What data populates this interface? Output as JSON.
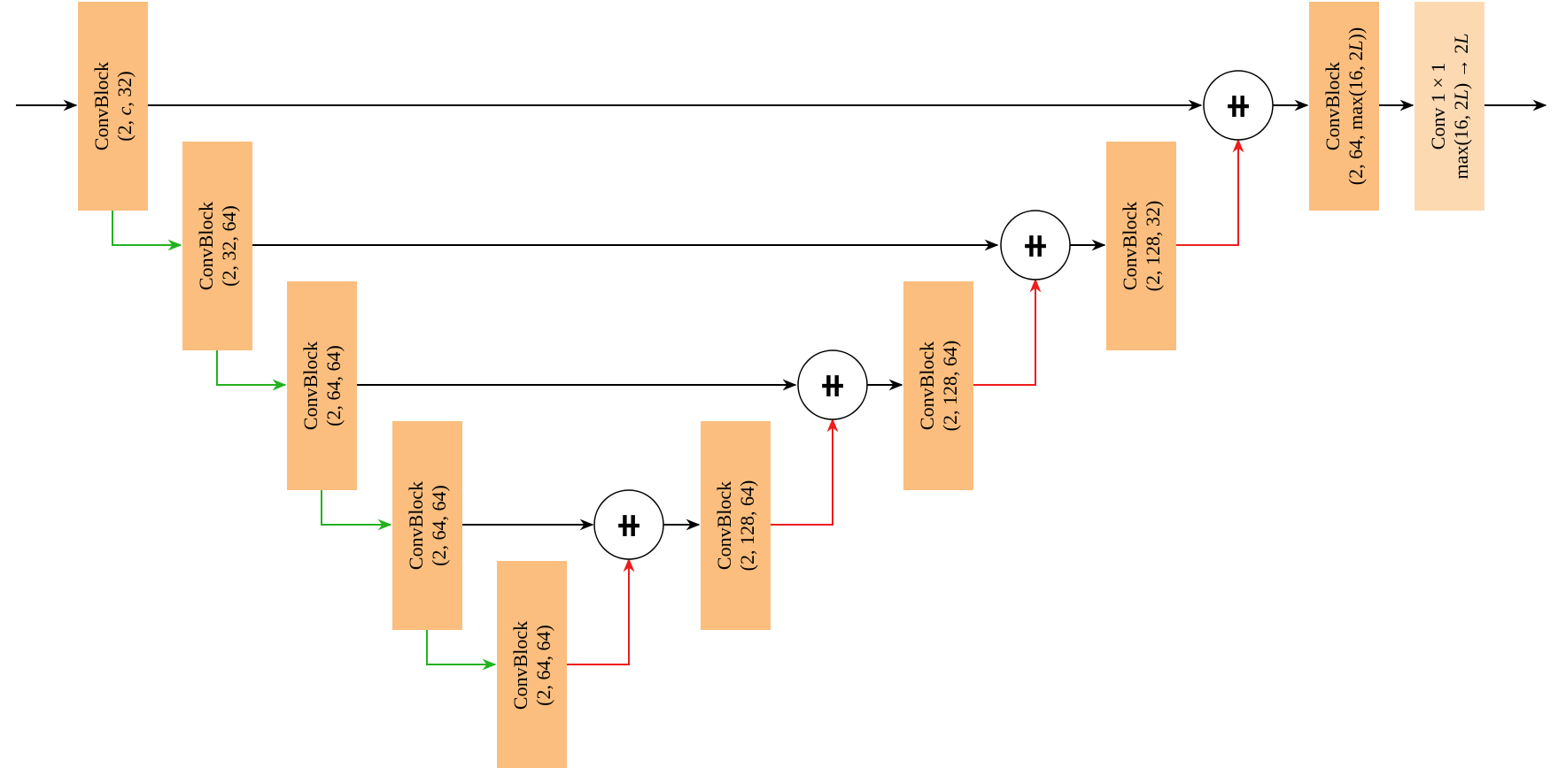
{
  "colors": {
    "block": "#fbbe7e",
    "block_light": "#fdd9b2",
    "encoder_link": "#22b21f",
    "decoder_link": "#ee1c1c",
    "skip": "#000000"
  },
  "blocks": {
    "enc1": {
      "line1": "ConvBlock",
      "line2": "(2, c, 32)"
    },
    "enc2": {
      "line1": "ConvBlock",
      "line2": "(2, 32, 64)"
    },
    "enc3": {
      "line1": "ConvBlock",
      "line2": "(2, 64, 64)"
    },
    "enc4": {
      "line1": "ConvBlock",
      "line2": "(2, 64, 64)"
    },
    "enc5": {
      "line1": "ConvBlock",
      "line2": "(2, 64, 64)"
    },
    "dec4": {
      "line1": "ConvBlock",
      "line2": "(2, 128, 64)"
    },
    "dec3": {
      "line1": "ConvBlock",
      "line2": "(2, 128, 64)"
    },
    "dec2": {
      "line1": "ConvBlock",
      "line2": "(2, 128, 32)"
    },
    "out": {
      "line1": "ConvBlock",
      "line2": "(2, 64, max(16, 2L))"
    },
    "final": {
      "line1": "Conv 1 × 1",
      "line2": "max(16, 2L) → 2L"
    }
  },
  "concat_symbol": "⧺"
}
